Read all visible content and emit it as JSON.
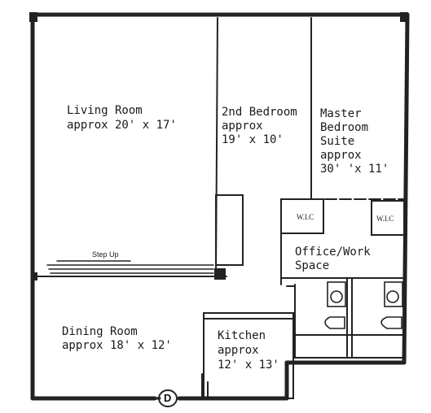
{
  "rooms": {
    "living": {
      "name": "Living Room",
      "size": "approx 20' x 17'"
    },
    "bedroom2": {
      "name": "2nd Bedroom",
      "line2": "approx",
      "line3": "19' x 10'"
    },
    "master": {
      "line1": "Master",
      "line2": "Bedroom",
      "line3": "Suite",
      "line4": "approx",
      "line5": "30' 'x 11'"
    },
    "dining": {
      "name": "Dining Room",
      "size": "approx 18' x 12'"
    },
    "kitchen": {
      "name": "Kitchen",
      "line2": "approx",
      "line3": "12' x 13'"
    },
    "office": {
      "line1": "Office/Work",
      "line2": "Space"
    },
    "wic_left": "W.I.C",
    "wic_right": "W.I.C"
  },
  "labels": {
    "step_up": "Step Up",
    "door": "D"
  }
}
